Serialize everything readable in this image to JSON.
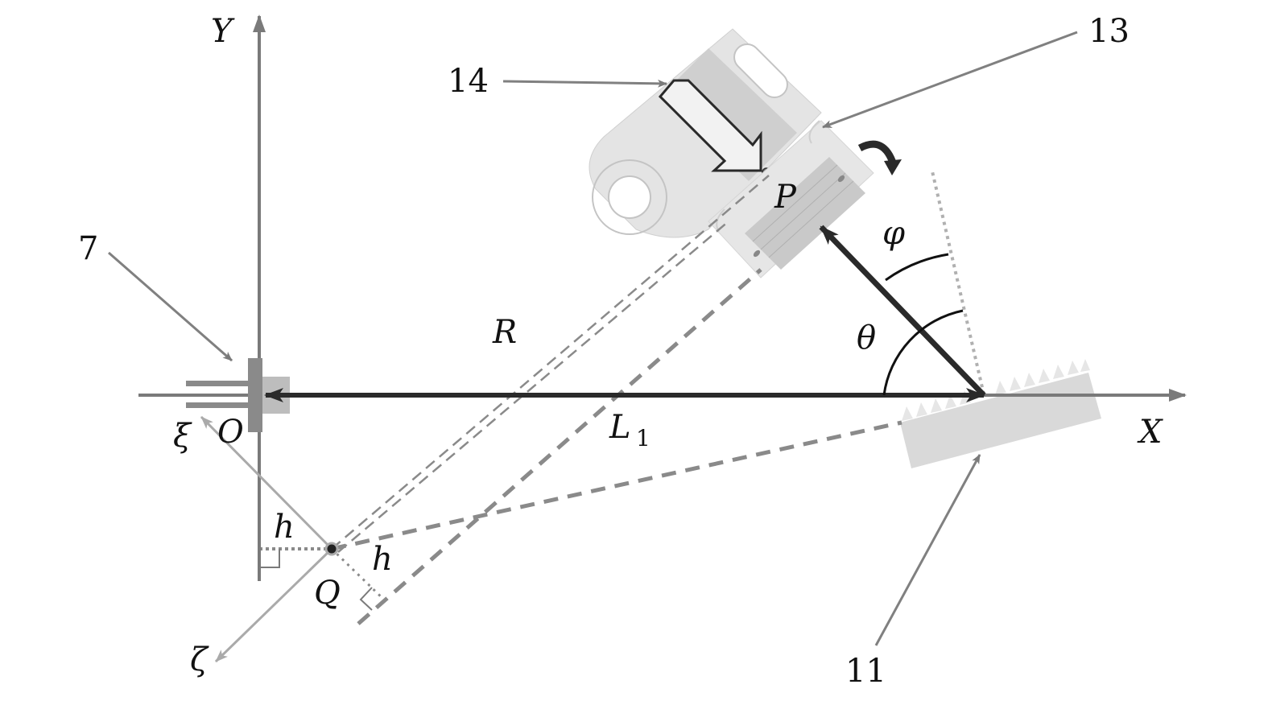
{
  "figure": {
    "description": "Kinematic diagram of a rotating part over a rack with coordinate frames",
    "colors": {
      "axis": "#7a7a7a",
      "vector": "#2a2a2a",
      "leader": "#808080",
      "dashed": "#8a8a8a",
      "part_light": "#e2e2e2",
      "part_mid": "#cdcdcd",
      "rack": "#d9d9d9",
      "ghost_axis": "#aaaaaa"
    }
  },
  "axes": {
    "x_label": "X",
    "y_label": "Y",
    "origin_label": "O"
  },
  "points": {
    "P": "P",
    "Q": "Q"
  },
  "local_axes": {
    "xi": "ξ",
    "zeta": "ζ"
  },
  "quantities": {
    "R": "R",
    "L_main": "L",
    "L_sub": "1",
    "theta": "θ",
    "phi": "φ",
    "h_left": "h",
    "h_right": "h"
  },
  "callouts": [
    {
      "id": "7",
      "label": "7",
      "target": "holder"
    },
    {
      "id": "11",
      "label": "11",
      "target": "rack"
    },
    {
      "id": "13",
      "label": "13",
      "target": "flexure-joint"
    },
    {
      "id": "14",
      "label": "14",
      "target": "bracket"
    }
  ]
}
